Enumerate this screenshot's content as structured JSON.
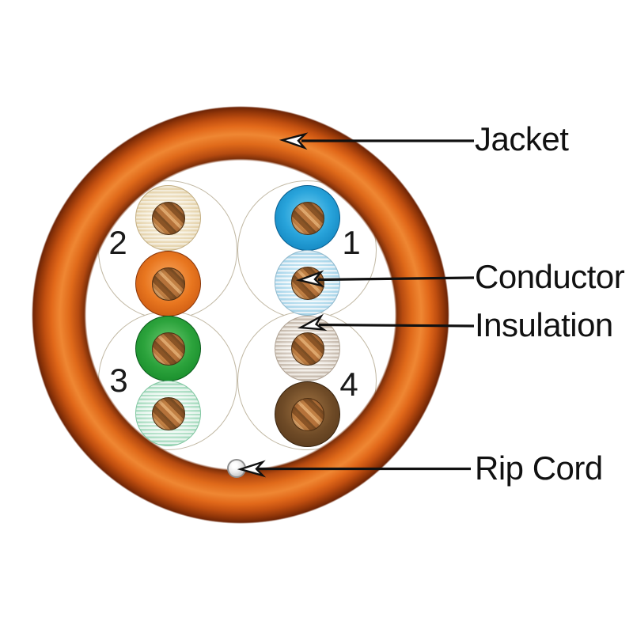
{
  "diagram": {
    "type": "utp-cable-cross-section",
    "annotations": {
      "jacket": "Jacket",
      "conductor": "Conductor",
      "insulation": "Insulation",
      "rip_cord": "Rip Cord"
    },
    "pairs": [
      {
        "number": "2",
        "position": "top-left",
        "wires": [
          "white-orange-stripe",
          "orange"
        ]
      },
      {
        "number": "1",
        "position": "top-right",
        "wires": [
          "blue",
          "white-blue-stripe"
        ]
      },
      {
        "number": "3",
        "position": "bottom-left",
        "wires": [
          "green",
          "white-green-stripe"
        ]
      },
      {
        "number": "4",
        "position": "bottom-right",
        "wires": [
          "white-brown-stripe",
          "brown"
        ]
      }
    ],
    "colors": {
      "jacket_orange": "#E8751F",
      "jacket_edge_dark": "#7D2F09",
      "blue": "#29A4DB",
      "orange": "#E8761F",
      "green": "#2CA33C",
      "brown": "#6F4B27",
      "white_blue_stripe": "#A8D9EE",
      "white_orange_stripe": "#E9D5A9",
      "white_green_stripe": "#A9DFC2",
      "white_brown_stripe": "#C9BCAE",
      "copper_conductor": "#B5723A",
      "rip_cord_gray": "#D9D9D9",
      "annotation_line": "#111111"
    }
  }
}
